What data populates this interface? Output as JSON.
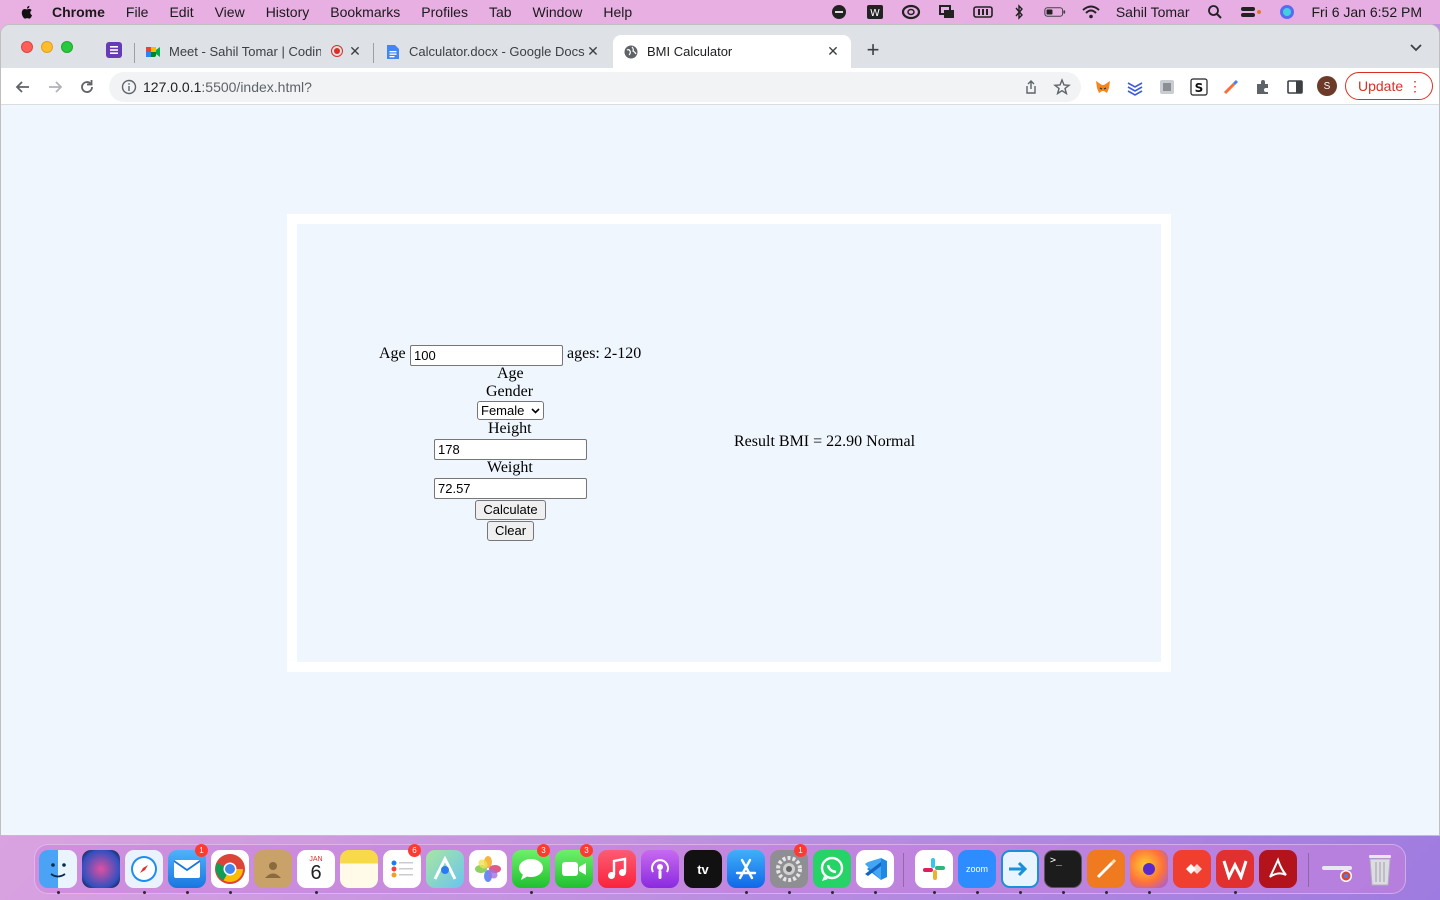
{
  "menubar": {
    "app_name": "Chrome",
    "menus": [
      "File",
      "Edit",
      "View",
      "History",
      "Bookmarks",
      "Profiles",
      "Tab",
      "Window",
      "Help"
    ],
    "user": "Sahil Tomar",
    "datetime": "Fri 6 Jan  6:52 PM"
  },
  "tabs": [
    {
      "title": "Meet - Sahil Tomar | Coding",
      "recording": true
    },
    {
      "title": "Calculator.docx - Google Docs"
    },
    {
      "title": "BMI Calculator",
      "active": true
    }
  ],
  "toolbar": {
    "url_host": "127.0.0.1",
    "url_rest": ":5500/index.html?",
    "profile_initial": "S",
    "update_label": "Update"
  },
  "form": {
    "age_label": "Age",
    "age_value": "100",
    "age_hint": "ages: 2-120",
    "age_caption": "Age",
    "gender_label": "Gender",
    "gender_selected": "Female",
    "height_label": "Height",
    "height_value": "178",
    "weight_label": "Weight",
    "weight_value": "72.57",
    "calculate_label": "Calculate",
    "clear_label": "Clear"
  },
  "result": {
    "text": "Result BMI = 22.90 Normal"
  },
  "dock": {
    "badges": {
      "mail": "1",
      "reminders": "6",
      "messages": "3",
      "facetime": "3",
      "settings": "1"
    },
    "calendar_month": "JAN",
    "calendar_day": "6"
  },
  "colors": {
    "page_bg": "#eff6fe",
    "update_red": "#d93025"
  }
}
